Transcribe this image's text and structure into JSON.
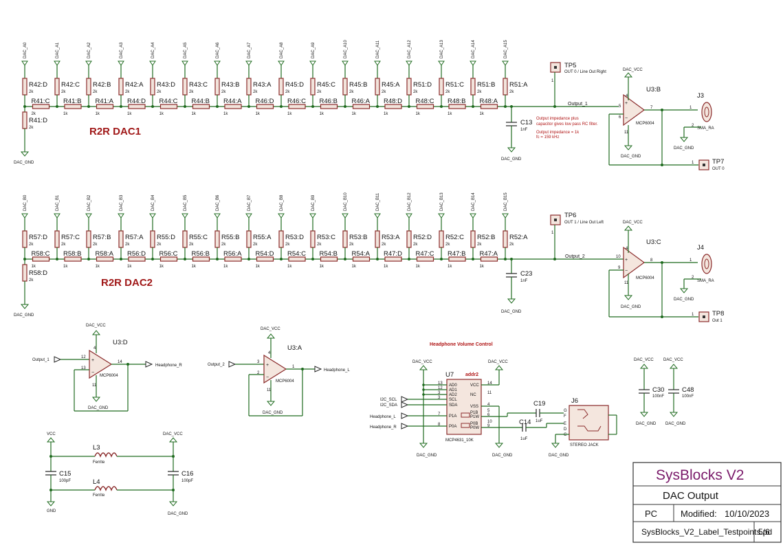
{
  "dac1": {
    "title": "R2R DAC1",
    "net_labels": [
      "DAC_A0",
      "DAC_A1",
      "DAC_A2",
      "DAC_A3",
      "DAC_A4",
      "DAC_A5",
      "DAC_A6",
      "DAC_A7",
      "DAC_A8",
      "DAC_A9",
      "DAC_A10",
      "DAC_A11",
      "DAC_A12",
      "DAC_A13",
      "DAC_A14",
      "DAC_A15"
    ],
    "vres": [
      "R42:D",
      "R42:C",
      "R42:B",
      "R42:A",
      "R43:D",
      "R43:C",
      "R43:B",
      "R43:A",
      "R45:D",
      "R45:C",
      "R45:B",
      "R45:A",
      "R51:D",
      "R51:C",
      "R51:B",
      "R51:A"
    ],
    "hres": [
      "R41:C",
      "R41:B",
      "R41:A",
      "R44:D",
      "R44:C",
      "R44:B",
      "R44:A",
      "R46:D",
      "R46:C",
      "R46:B",
      "R46:A",
      "R48:D",
      "R48:C",
      "R48:B",
      "R48:A"
    ],
    "term": "R41:D",
    "vval": "2k",
    "hval": "1k",
    "hval_first": "2k",
    "gnd": "DAC_GND",
    "net": "Output_1",
    "cap_ref": "C13",
    "cap_val": "1nF",
    "cap_gnd": "DAC_GND",
    "tp_ref": "TP5",
    "tp_desc": "OUT 0 / Line Out Right",
    "opamp_ref": "U3:B",
    "opamp_part": "MCP6004",
    "vcc": "DAC_VCC",
    "opamp_gnd": "DAC_GND",
    "pin_plus": "5",
    "pin_minus": "6",
    "pin_out": "7",
    "pin_v": "4",
    "pin_g": "11",
    "jack_ref": "J3",
    "jack_part": "SMA_RA",
    "jack_gnd": "DAC_GND",
    "tp2_ref": "TP7",
    "tp2_desc": "OUT 0",
    "note_lines": [
      "Output impedance plus",
      "capacitor gives low pass RC filter.",
      "",
      "Output impedance = 1k",
      "fc = 159 kHz"
    ]
  },
  "dac2": {
    "title": "R2R DAC2",
    "net_labels": [
      "DAC_B0",
      "DAC_B1",
      "DAC_B2",
      "DAC_B3",
      "DAC_B4",
      "DAC_B5",
      "DAC_B6",
      "DAC_B7",
      "DAC_B8",
      "DAC_B9",
      "DAC_B10",
      "DAC_B11",
      "DAC_B12",
      "DAC_B13",
      "DAC_B14",
      "DAC_B15"
    ],
    "vres": [
      "R57:D",
      "R57:C",
      "R57:B",
      "R57:A",
      "R55:D",
      "R55:C",
      "R55:B",
      "R55:A",
      "R53:D",
      "R53:C",
      "R53:B",
      "R53:A",
      "R52:D",
      "R52:C",
      "R52:B",
      "R52:A"
    ],
    "hres": [
      "R58:C",
      "R58:B",
      "R58:A",
      "R56:D",
      "R56:C",
      "R56:B",
      "R56:A",
      "R54:D",
      "R54:C",
      "R54:B",
      "R54:A",
      "R47:D",
      "R47:C",
      "R47:B",
      "R47:A"
    ],
    "term": "R58:D",
    "vval": "2k",
    "hval": "1k",
    "hval_first": "1k",
    "gnd": "DAC_GND",
    "net": "Output_2",
    "cap_ref": "C23",
    "cap_val": "1nF",
    "cap_gnd": "DAC_GND",
    "tp_ref": "TP6",
    "tp_desc": "OUT 1 / Line Out Left",
    "opamp_ref": "U3:C",
    "opamp_part": "MCP6004",
    "vcc": "DAC_VCC",
    "opamp_gnd": "DAC_GND",
    "pin_plus": "10",
    "pin_minus": "9",
    "pin_out": "8",
    "pin_v": "4",
    "pin_g": "11",
    "jack_ref": "J4",
    "jack_part": "SMA_RA",
    "jack_gnd": "DAC_GND",
    "tp2_ref": "TP8",
    "tp2_desc": "Out 1"
  },
  "buf_d": {
    "ref": "U3:D",
    "part": "MCP6004",
    "vcc": "DAC_VCC",
    "gnd": "DAC_GND",
    "in_net": "Output_1",
    "out_net": "Headphone_R",
    "pin_plus": "12",
    "pin_minus": "13",
    "pin_out": "14",
    "pin_v": "4",
    "pin_g": "11"
  },
  "buf_a": {
    "ref": "U3:A",
    "part": "MCP6004",
    "vcc": "DAC_VCC",
    "gnd": "DAC_GND",
    "in_net": "Output_2",
    "out_net": "Headphone_L",
    "pin_plus": "3",
    "pin_minus": "2",
    "pin_out": "1",
    "pin_v": "4",
    "pin_g": "11"
  },
  "volume": {
    "heading": "Headphone Volume Control",
    "ref": "U7",
    "addr": "addr2",
    "part": "MCP4631_10K",
    "vcc_left": "DAC_VCC",
    "vcc_right": "DAC_VCC",
    "gnd_left": "DAC_GND",
    "gnd_right": "DAC_GND",
    "left_pins": [
      {
        "name": "AD0",
        "num": "13"
      },
      {
        "name": "AD1",
        "num": "12"
      },
      {
        "name": "AD2",
        "num": "3"
      },
      {
        "name": "SCL",
        "num": "3"
      },
      {
        "name": "SDA",
        "num": ""
      },
      {
        "name": "P1A",
        "num": "7"
      },
      {
        "name": "P0A",
        "num": "8"
      }
    ],
    "right_pins": [
      {
        "name": "VCC",
        "num": "14"
      },
      {
        "name": "NC",
        "num": "11"
      },
      {
        "name": "VSS",
        "num": "4"
      },
      {
        "name": "P1B",
        "num": "5"
      },
      {
        "name": "P1W",
        "num": "6"
      },
      {
        "name": "P0B",
        "num": "10"
      },
      {
        "name": "P0W",
        "num": "9"
      }
    ],
    "net_scl": "I2C_SCL",
    "net_sda": "I2C_SDA",
    "net_hl": "Headphone_L",
    "net_hr": "Headphone_R",
    "c19_ref": "C19",
    "c19_val": "1uF",
    "c14_ref": "C14",
    "c14_val": "1uF",
    "jack_ref": "J6",
    "jack_part": "STEREO JACK",
    "jack_pins": [
      "G",
      "F",
      "E",
      "D",
      "C"
    ],
    "jack_gnd": "DAC_GND"
  },
  "power": {
    "vcc": "VCC",
    "dac_vcc": "DAC_VCC",
    "gnd": "GND",
    "dac_gnd": "DAC_GND",
    "l3_ref": "L3",
    "l3_val": "Ferrite",
    "l4_ref": "L4",
    "l4_val": "Ferrite",
    "c15_ref": "C15",
    "c15_val": "100pF",
    "c16_ref": "C16",
    "c16_val": "100pF"
  },
  "decoupling": {
    "vcc": "DAC_VCC",
    "gnd": "DAC_GND",
    "c30_ref": "C30",
    "c30_val": "100nF",
    "c48_ref": "C48",
    "c48_val": "100nF"
  },
  "titleblock": {
    "project": "SysBlocks V2",
    "sheet": "DAC Output",
    "author": "PC",
    "modified_label": "Modified:",
    "modified_date": "10/10/2023",
    "file": "SysBlocks_V2_Label_Testpoints.pd",
    "page": "5/6"
  }
}
